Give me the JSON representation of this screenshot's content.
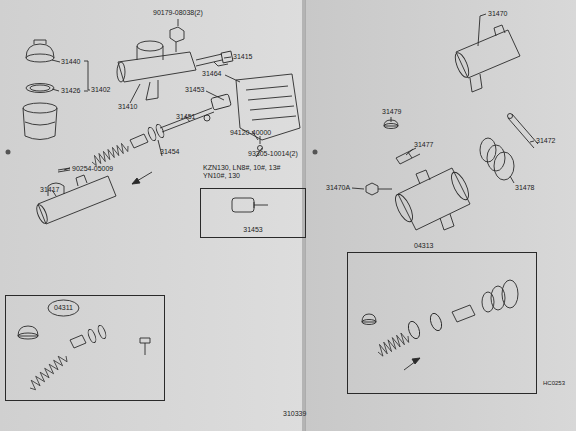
{
  "diagram": {
    "nodes": [
      {
        "text": [
          "KZN130, LN8#, 10#, 13# YN10#, 130",
          "31453"
        ]
      },
      {
        "text": [
          "04311"
        ]
      },
      {
        "text": [
          "04313"
        ]
      }
    ],
    "labels": [
      "90179-08038(2)",
      "31440",
      "31426",
      "31402",
      "31410",
      "31415",
      "31464",
      "31453",
      "31451",
      "94120-40000",
      "90254-05009",
      "31454",
      "93305-10014(2)",
      "31417",
      "310339",
      "31470",
      "31479",
      "31477",
      "31472",
      "31478",
      "31470A",
      "HC0253"
    ]
  }
}
